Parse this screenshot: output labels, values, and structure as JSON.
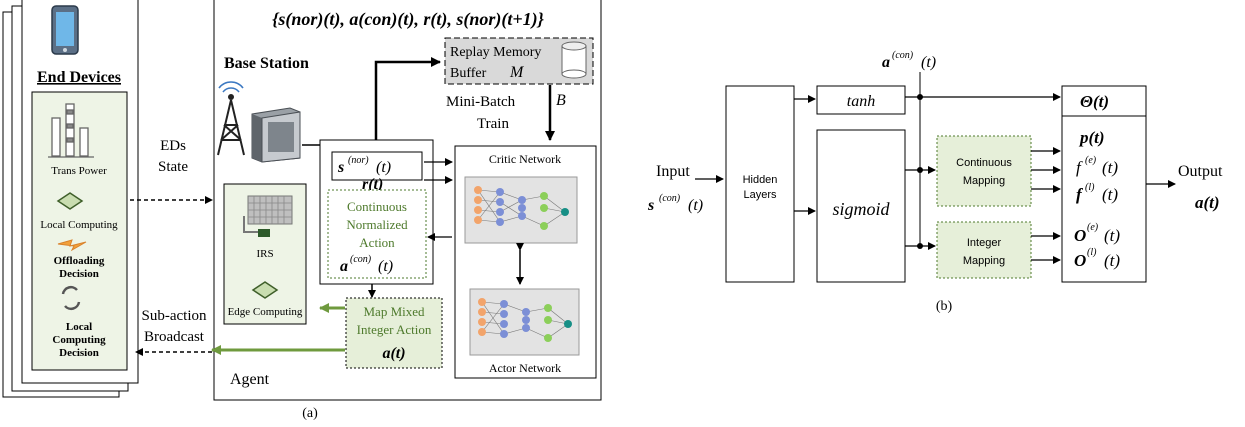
{
  "panel_a": {
    "caption": "(a)",
    "end_devices": {
      "title": "End Devices",
      "trans_power": "Trans Power",
      "local_computing": "Local Computing",
      "offloading_decision_1": "Offloading",
      "offloading_decision_2": "Decision",
      "local_computing_decision_1": "Local",
      "local_computing_decision_2": "Computing",
      "local_computing_decision_3": "Decision"
    },
    "eds_state_1": "EDs",
    "eds_state_2": "State",
    "sub_action_1": "Sub-action",
    "sub_action_2": "Broadcast",
    "base_station": "Base Station",
    "tuple_label": "{s(nor)(t), a(con)(t), r(t), s(nor)(t+1)}",
    "replay_memory_1": "Replay Memory",
    "replay_memory_2": "Buffer",
    "replay_memory_symbol": "M",
    "mini_batch": "Mini-Batch",
    "batch_symbol": "B",
    "train": "Train",
    "state_s": "s",
    "state_s_sup": "(nor)",
    "state_t": "(t)",
    "reward": "r(t)",
    "continuous_action_1": "Continuous",
    "continuous_action_2": "Normalized",
    "continuous_action_3": "Action",
    "action_con": "a",
    "action_con_sup": "(con)",
    "action_con_t": "(t)",
    "critic_network": "Critic Network",
    "actor_network": "Actor Network",
    "irs": "IRS",
    "edge_computing": "Edge Computing",
    "map_mixed_1": "Map Mixed",
    "map_mixed_2": "Integer Action",
    "map_mixed_action": "a(t)",
    "agent": "Agent"
  },
  "panel_b": {
    "caption": "(b)",
    "input_label": "Input",
    "input_s": "s",
    "input_sup": "(con)",
    "input_t": "(t)",
    "hidden_1": "Hidden",
    "hidden_2": "Layers",
    "tanh": "tanh",
    "sigmoid": "sigmoid",
    "top_a": "a",
    "top_sup": "(con)",
    "top_t": "(t)",
    "continuous_mapping_1": "Continuous",
    "continuous_mapping_2": "Mapping",
    "integer_mapping_1": "Integer",
    "integer_mapping_2": "Mapping",
    "theta": "Θ(t)",
    "p": "p(t)",
    "f_e": "f",
    "f_e_sup": "(e)",
    "f_l": "f",
    "f_l_sup": "(l)",
    "o_e": "O",
    "o_e_sup": "(e)",
    "o_l": "O",
    "o_l_sup": "(l)",
    "t_suffix": "(t)",
    "output_label": "Output",
    "output_a": "a(t)"
  },
  "colors": {
    "green_text": "#4e7a2c",
    "green_fill": "#e6efd9",
    "green_arrow": "#6f9a3e",
    "grey_fill": "#d9d9d9"
  }
}
